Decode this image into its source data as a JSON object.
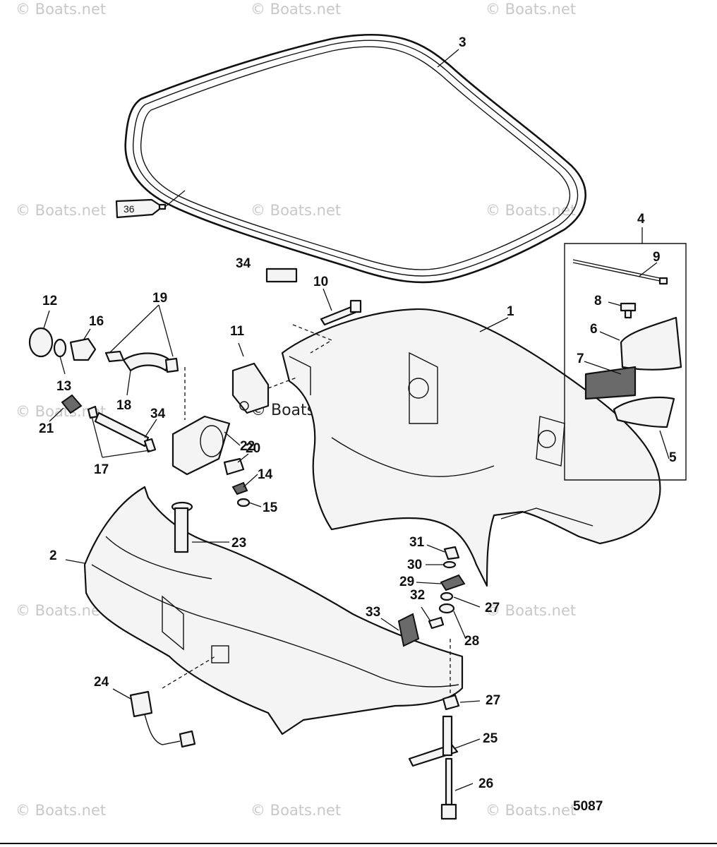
{
  "watermark": "© Boats.net",
  "drawing_number": "5087",
  "tube_label": "36",
  "callouts": [
    "1",
    "2",
    "3",
    "4",
    "5",
    "6",
    "7",
    "8",
    "9",
    "10",
    "11",
    "12",
    "13",
    "14",
    "15",
    "16",
    "17",
    "18",
    "19",
    "20",
    "21",
    "22",
    "23",
    "24",
    "25",
    "26",
    "27",
    "27",
    "28",
    "29",
    "30",
    "31",
    "32",
    "33",
    "34",
    "34"
  ]
}
